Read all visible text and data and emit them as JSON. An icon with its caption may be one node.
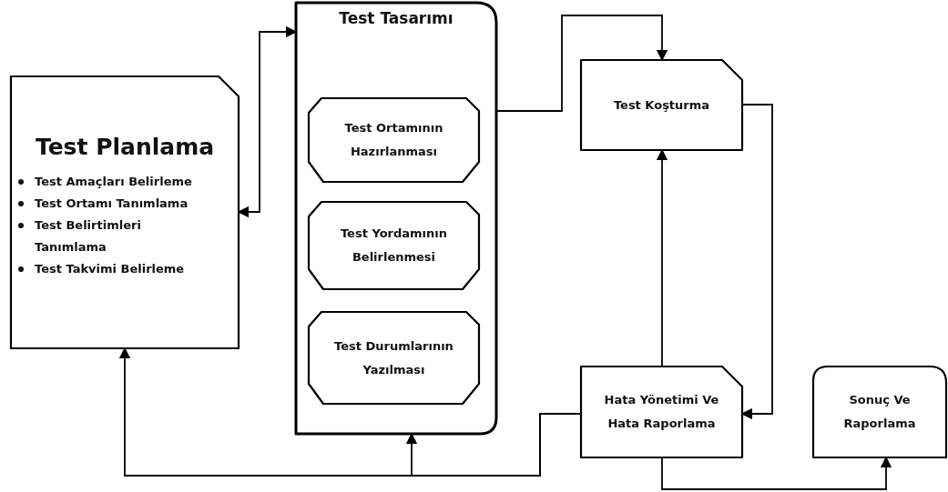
{
  "diagram": {
    "nodes": [
      {
        "text": [
          "Test Planlama",
          "Test Amaçları Belirleme",
          "Test Ortamı Tanımlama",
          "Test Belirtimleri Tanımlama",
          "Test Takvimi Belirleme"
        ]
      },
      {
        "text": [
          "Test Tasarımı"
        ]
      },
      {
        "text": [
          "Test Ortamının Hazırlanması"
        ],
        "in": 1
      },
      {
        "text": [
          "Test Yordamının Belirlenmesi"
        ],
        "in": 1
      },
      {
        "text": [
          "Test Durumlarının Yazılması"
        ],
        "in": 1
      },
      {
        "text": [
          "Test Koşturma"
        ]
      },
      {
        "text": [
          "Hata Yönetimi Ve Hata Raporlama"
        ]
      },
      {
        "text": [
          "Sonuç Ve Raporlama"
        ]
      }
    ],
    "edges": [
      {
        "from": 0,
        "to": 1,
        "arrow": "both"
      },
      {
        "from": 1,
        "to": 5,
        "arrow": "to"
      },
      {
        "from": 5,
        "to": 6,
        "arrow": "to"
      },
      {
        "from": 6,
        "to": 5,
        "arrow": "to"
      },
      {
        "from": 6,
        "to": 1,
        "arrow": "to"
      },
      {
        "from": 6,
        "to": 0,
        "arrow": "to"
      },
      {
        "from": 6,
        "to": 7,
        "arrow": "to"
      }
    ]
  }
}
